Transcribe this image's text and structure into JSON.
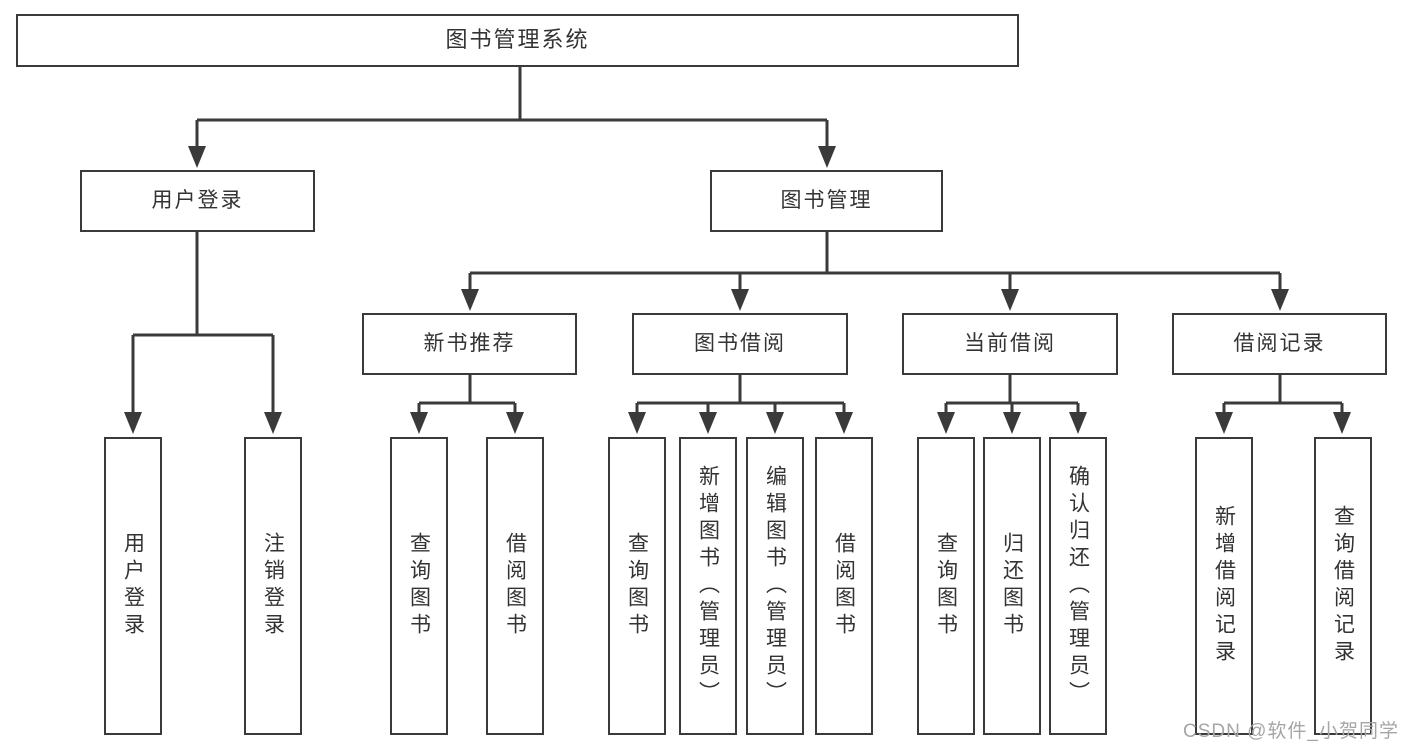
{
  "colors": {
    "line": "#3a3a3a",
    "box_border": "#3a3a3a",
    "text": "#333333",
    "watermark": "#a6a6a6",
    "background": "#ffffff"
  },
  "watermark": {
    "text": "CSDN @软件_小贺同学"
  },
  "diagram": {
    "title": {
      "label": "图书管理系统"
    },
    "branches": [
      {
        "label": "用户登录",
        "children": [
          {
            "label": "用户登录"
          },
          {
            "label": "注销登录"
          }
        ]
      },
      {
        "label": "图书管理",
        "children": [
          {
            "label": "新书推荐",
            "children": [
              {
                "label": "查询图书"
              },
              {
                "label": "借阅图书"
              }
            ]
          },
          {
            "label": "图书借阅",
            "children": [
              {
                "label": "查询图书"
              },
              {
                "label": "新增图书（管理员）"
              },
              {
                "label": "编辑图书（管理员）"
              },
              {
                "label": "借阅图书"
              }
            ]
          },
          {
            "label": "当前借阅",
            "children": [
              {
                "label": "查询图书"
              },
              {
                "label": "归还图书"
              },
              {
                "label": "确认归还（管理员）"
              }
            ]
          },
          {
            "label": "借阅记录",
            "children": [
              {
                "label": "新增借阅记录"
              },
              {
                "label": "查询借阅记录"
              }
            ]
          }
        ]
      }
    ]
  }
}
